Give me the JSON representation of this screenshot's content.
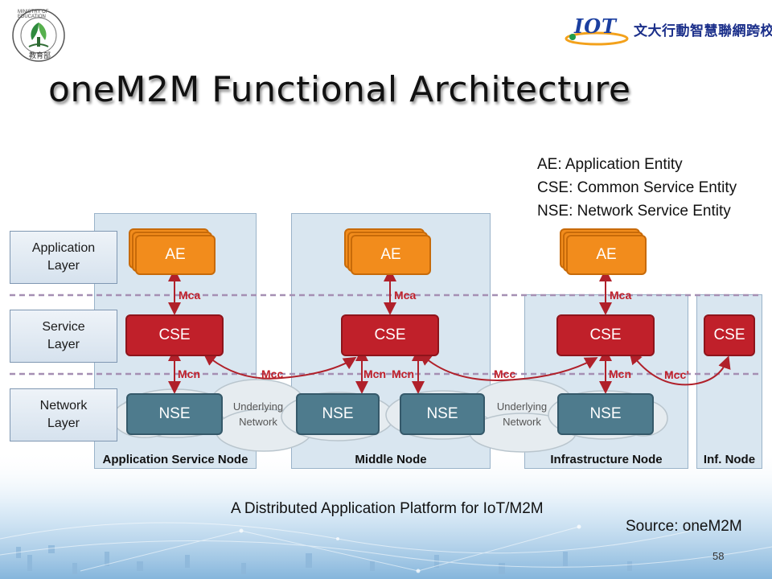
{
  "logos": {
    "moe_text": "MINISTRY OF EDUCATION",
    "moe_chinese": "教育部",
    "iot_mark": "IOT",
    "iot_text": "文大行動智慧聯網跨校聯盟"
  },
  "title": "oneM2M Functional Architecture",
  "legend": [
    "AE: Application Entity",
    "CSE: Common Service Entity",
    "NSE: Network Service Entity"
  ],
  "layers": [
    "Application\nLayer",
    "Service\nLayer",
    "Network\nLayer"
  ],
  "nodes": [
    "Application Service Node",
    "Middle Node",
    "Infrastructure Node",
    "Inf. Node"
  ],
  "entities": {
    "ae": "AE",
    "cse": "CSE",
    "nse": "NSE"
  },
  "reference_points": {
    "mca": "Mca",
    "mcn": "Mcn",
    "mcc": "Mcc",
    "mcc_prime": "Mcc’"
  },
  "underlying_network": "Underlying\nNetwork",
  "caption": "A Distributed Application Platform for IoT/M2M",
  "source": "Source: oneM2M",
  "page_number": "58"
}
